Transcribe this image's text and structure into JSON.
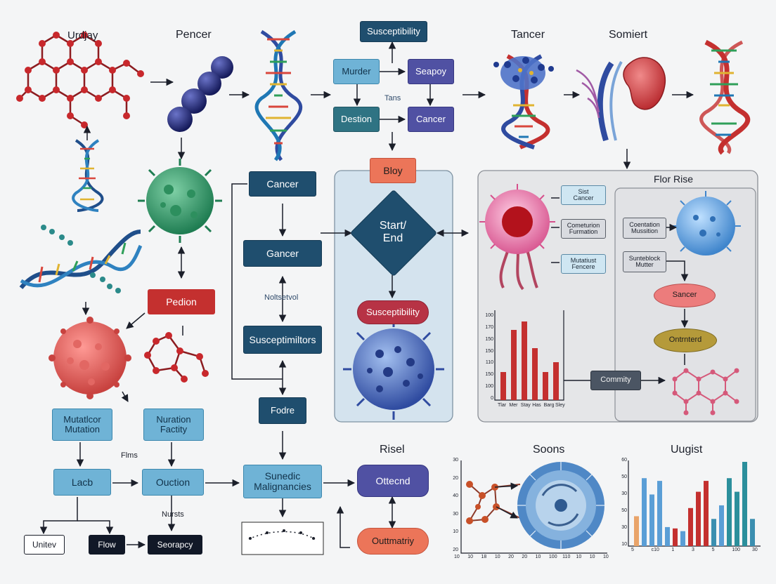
{
  "top_labels": {
    "a": "Urdjay",
    "b": "Pencer",
    "c": "Tancer",
    "d": "Somiert"
  },
  "flow_top": {
    "susceptibility": "Susceptibility",
    "murder": "Murder",
    "seapoy": "Seapoy",
    "tans": "Tans",
    "destion": "Destion",
    "cancer": "Cancer"
  },
  "left": {
    "pedion": "Pedion",
    "mutation_box": "Mutatlcor\nMutation",
    "nuration_box": "Nuration\nFactity",
    "flms": "Flms",
    "lacb": "Lacb",
    "ouction": "Ouction",
    "nursts": "Nursts",
    "unitev": "Unitev",
    "flow": "Flow",
    "seorapcy": "Seorapcy"
  },
  "middle": {
    "cancer_top": "Cancer",
    "gancer": "Gancer",
    "notes": "Noltsetvol",
    "susceptimiltors": "Susceptimiltors",
    "fodre": "Fodre",
    "sunedic": "Sunedic\nMalignancies"
  },
  "center_panel": {
    "bloy": "Bloy",
    "start_end": "Start/\nEnd",
    "susceptibility": "Susceptibility"
  },
  "right_panel": {
    "title": "Flor Rise",
    "sist_cancer": "Sist\nCancer",
    "cometurion_furmation": "Cometurion\nFurmation",
    "mutatiust_fencere": "Mutatiust\nFencere",
    "coentation_mussition": "Coentation\nMussition",
    "sunteblock_mutter": "Sunteblock\nMutter",
    "sancer": "Sancer",
    "ontrnterd": "Ontrnterd",
    "commity": "Commity"
  },
  "bottom": {
    "risel": "Risel",
    "ottecnd": "Ottecnd",
    "outtmatrity": "Outtmatriy",
    "soons": "Soons",
    "uugist": "Uugist"
  },
  "colors": {
    "teal": "#2f7383",
    "navy": "#1f4e6e",
    "light_blue": "#6fb3d6",
    "red": "#c4302f",
    "purple": "#5051a3",
    "salmon": "#ec7559",
    "panel_blue": "#d4e3ee"
  },
  "charts": [
    {
      "title": "",
      "yticks": [
        "100",
        "170",
        "150",
        "150",
        "110",
        "150",
        "100",
        "0"
      ],
      "xticks": [
        "Tlar",
        "Mer",
        "Stay",
        "Has",
        "Barg",
        "Sley"
      ],
      "values": [
        20,
        50,
        56,
        37,
        20,
        27
      ],
      "color": "#c4302f"
    },
    {
      "title": "Soons",
      "yticks": [
        "30",
        "20",
        "40",
        "30",
        "10",
        "20"
      ],
      "xticks": [
        "10",
        "10",
        "18",
        "10",
        "20",
        "20",
        "10",
        "100",
        "110",
        "10",
        "10",
        "10"
      ]
    },
    {
      "title": "Uugist",
      "yticks": [
        "60",
        "50",
        "30",
        "50",
        "30",
        "10"
      ],
      "xticks": [
        "5",
        "c10",
        "1",
        "3",
        "5",
        "100",
        "30"
      ],
      "values": [
        22,
        50,
        38,
        48,
        14,
        13,
        11,
        28,
        40,
        48,
        20,
        30,
        50,
        40,
        62,
        20
      ],
      "colors": [
        "#e9a46a",
        "#5a9ed6",
        "#5a9ed6",
        "#5a9ed6",
        "#5a9ed6",
        "#c4302f",
        "#5a9ed6",
        "#c4302f",
        "#c4302f",
        "#c4302f",
        "#3b8fb0",
        "#5a9ed6",
        "#2b8f9c",
        "#2b8f9c",
        "#2b8f9c",
        "#3b8fb0"
      ]
    }
  ]
}
